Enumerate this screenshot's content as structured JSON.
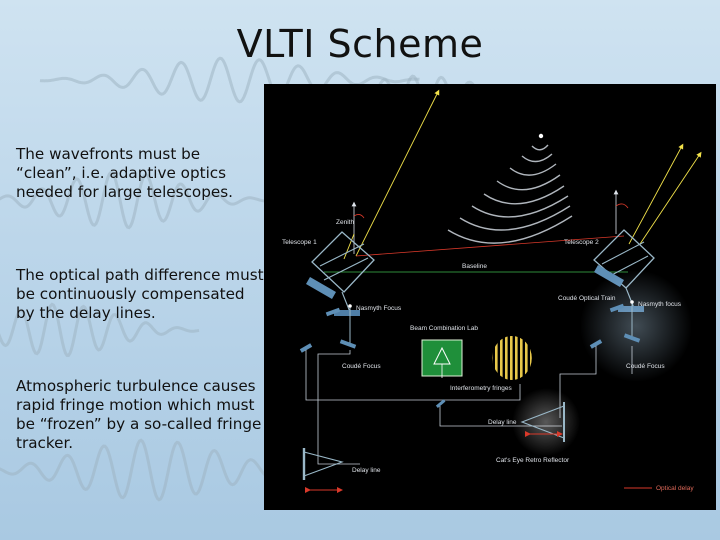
{
  "slide": {
    "title": "VLTI Scheme",
    "bullets": [
      "The wavefronts must be “clean”, i.e. adaptive optics needed for large telescopes.",
      "The optical path difference must be continuously compensated by the delay lines.",
      "Atmospheric turbulence causes rapid fringe motion which must be “frozen” by a so-called fringe tracker."
    ]
  },
  "diagram": {
    "labels": {
      "zenith": "Zenith",
      "telescope1": "Telescope 1",
      "telescope2": "Telescope 2",
      "baseline": "Baseline",
      "nasmyth_focus_1": "Nasmyth Focus",
      "nasmyth_focus_2": "Nasmyth focus",
      "coude_optical_train": "Coudé Optical Train",
      "beam_combination_lab": "Beam Combination Lab",
      "coude_focus_1": "Coudé Focus",
      "coude_focus_2": "Coudé Focus",
      "interferometry_fringes": "Interferometry fringes",
      "delay_line_1": "Delay line",
      "delay_line_2": "Delay line",
      "cats_eye": "Cat's Eye Retro Reflector",
      "optical_delay": "Optical delay"
    },
    "colors": {
      "background": "#000000",
      "light_path": "#f2e24a",
      "delay_path": "#d9392a",
      "optics": "#9ab8c8",
      "detector": "#1f8f3a"
    }
  }
}
